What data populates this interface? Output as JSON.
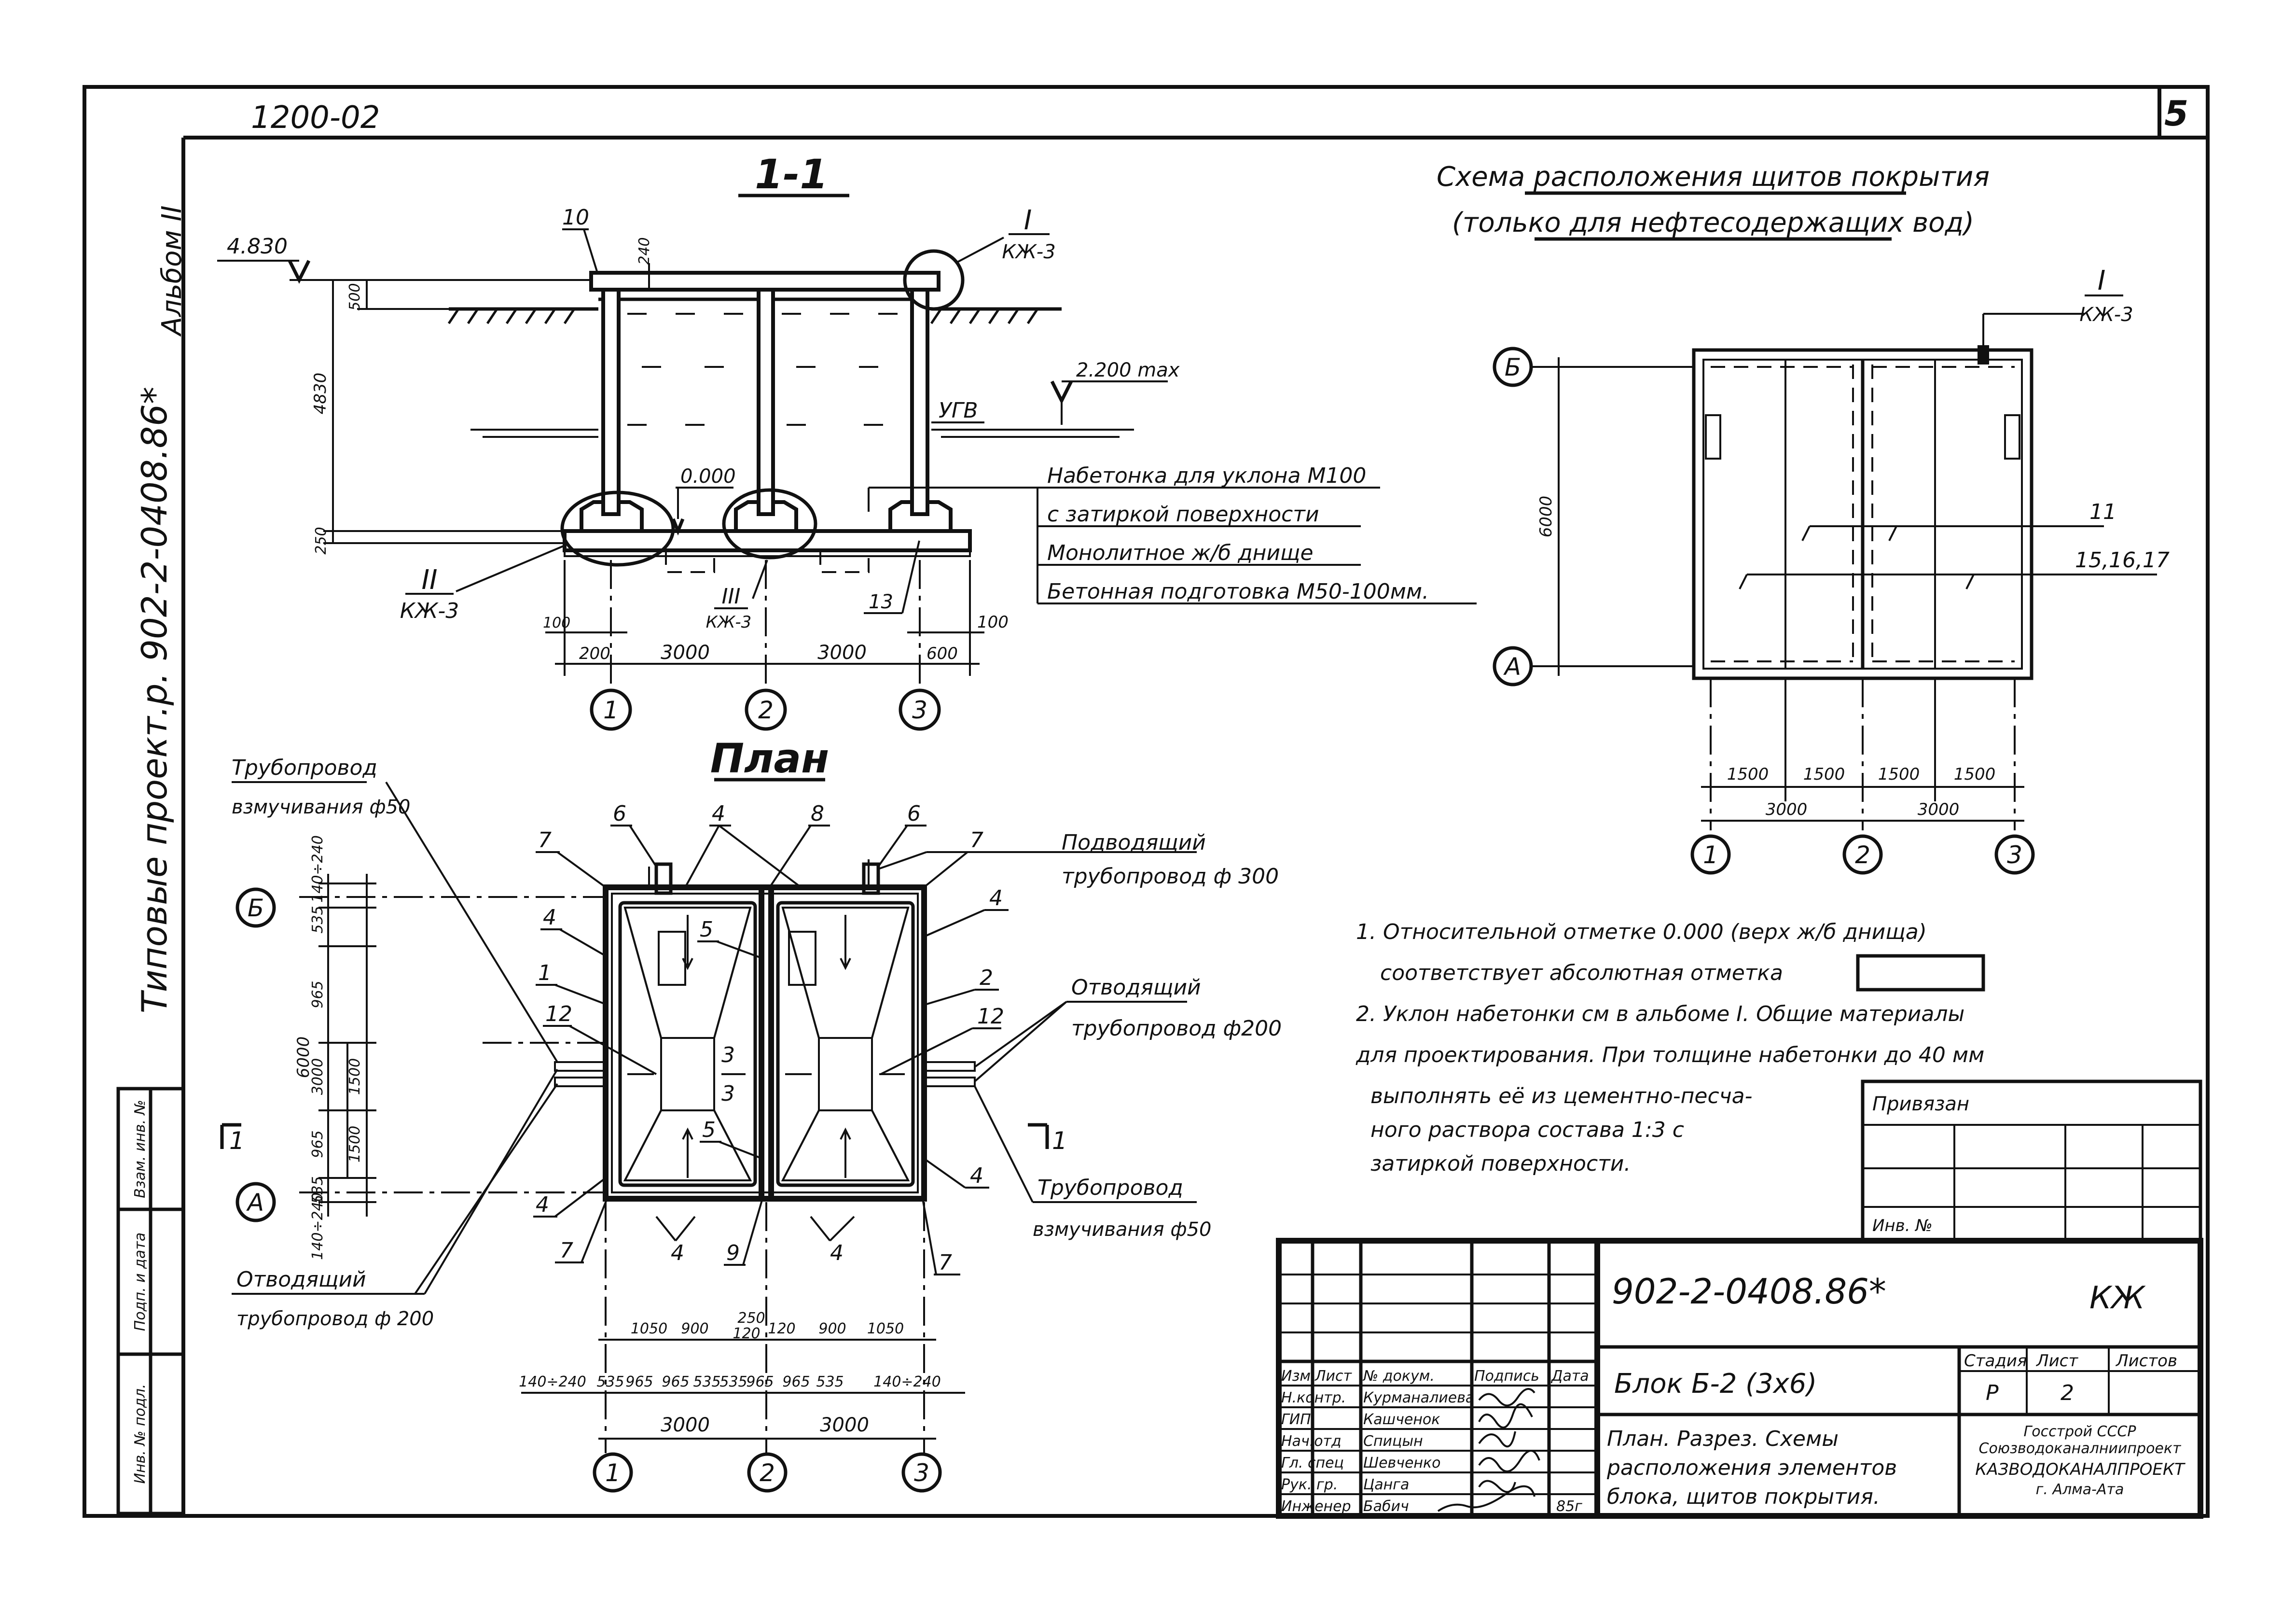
{
  "sheet": {
    "page_number": "5",
    "top_code": "1200-02",
    "album_label": "Альбом II",
    "series_label": "Типовые проект.р. 902-2-0408.86*"
  },
  "section": {
    "title": "1-1",
    "marker_1": "10",
    "elev_top": "4.830",
    "dim_240": "240",
    "dim_500": "500",
    "dim_4830": "4830",
    "dim_250": "250",
    "node_I": "I",
    "node_I_ref": "КЖ-3",
    "gw_level": "2.200 max",
    "ugv": "УГВ",
    "zero_level": "0.000",
    "node_II": "II",
    "node_II_ref": "КЖ-3",
    "node_III": "III",
    "node_III_ref": "КЖ-3",
    "marker_13": "13",
    "dim_100_left": "100",
    "dim_100_right": "100",
    "dim_200": "200",
    "dim_3000_a": "3000",
    "dim_3000_b": "3000",
    "dim_600": "600",
    "axis_1": "1",
    "axis_2": "2",
    "axis_3": "3",
    "layers": [
      "Набетонка для уклона М100",
      "с затиркой поверхности",
      "Монолитное ж/б днище",
      "Бетонная подготовка М50-100мм."
    ]
  },
  "cover_scheme": {
    "title_line1": "Схема расположения щитов покрытия",
    "title_line2": "(только для нефтесодержащих вод)",
    "node_I": "I",
    "node_I_ref": "КЖ-3",
    "axis_B": "Б",
    "axis_A": "А",
    "dim_6000": "6000",
    "marker_11": "11",
    "marker_15": "15,16,17",
    "dims_1500": [
      "1500",
      "1500",
      "1500",
      "1500"
    ],
    "dim_3000_a": "3000",
    "dim_3000_b": "3000",
    "axis_1": "1",
    "axis_2": "2",
    "axis_3": "3"
  },
  "plan": {
    "title": "План",
    "pipe_flush_top_1": "Трубопровод",
    "pipe_flush_top_2": "взмучивания ф50",
    "supply_1": "Подводящий",
    "supply_2": "трубопровод ф 300",
    "outlet_right_1": "Отводящий",
    "outlet_right_2": "трубопровод ф200",
    "pipe_flush_bottom_1": "Трубопровод",
    "pipe_flush_bottom_2": "взмучивания ф50",
    "outlet_left_1": "Отводящий",
    "outlet_left_2": "трубопровод ф 200",
    "axis_B": "Б",
    "axis_A": "А",
    "section_mark_1": "1",
    "section_mark_2": "1",
    "markers": {
      "m6a": "6",
      "m6b": "6",
      "m4a": "4",
      "m8": "8",
      "m7a": "7",
      "m7b": "7",
      "m4b": "4",
      "m4c": "4",
      "m5a": "5",
      "m2": "2",
      "m1": "1",
      "m12a": "12",
      "m12b": "12",
      "m3a": "3",
      "m3b": "3",
      "m5b": "5",
      "m4d": "4",
      "m4e": "4",
      "m7c": "7",
      "m7d": "7",
      "m4f": "4",
      "m9": "9",
      "m4g": "4"
    },
    "vdims": {
      "a": "140÷240",
      "b": "535",
      "c": "965",
      "d": "6000",
      "e": "3000",
      "f": "1500",
      "g": "965",
      "h": "1500",
      "i": "535",
      "j": "140÷240"
    },
    "hdims_top": [
      "1050",
      "900",
      "250",
      "120",
      "120",
      "900",
      "1050"
    ],
    "hdims_bottom": [
      "140÷240",
      "535",
      "965",
      "965",
      "535",
      "535",
      "965",
      "965",
      "535",
      "140÷240"
    ],
    "hdim_3000_a": "3000",
    "hdim_3000_b": "3000",
    "axis_1": "1",
    "axis_2": "2",
    "axis_3": "3"
  },
  "notes": {
    "n1_a": "1. Относительной отметке 0.000 (верх ж/б днища)",
    "n1_b": "соответствует абсолютная отметка",
    "n2_a": "2. Уклон набетонки см в альбоме I. Общие материалы",
    "n2_b": "для проектирования. При толщине набетонки до 40 мм",
    "n2_c": "выполнять её из цементно-песча-",
    "n2_d": "ного раствора состава 1:3 с",
    "n2_e": "затиркой поверхности."
  },
  "binding_box": {
    "label": "Привязан",
    "inv": "Инв. №"
  },
  "left_strip": {
    "c1": "Взам. инв. №",
    "c2": "Подп. и дата",
    "c3": "Инв. № подл."
  },
  "title_block": {
    "code": "902-2-0408.86*",
    "mark": "КЖ",
    "head": [
      "Изм",
      "Лист",
      "№ докум.",
      "Подпись",
      "Дата"
    ],
    "rows": [
      {
        "role": "Н.контр.",
        "name": "Курманалиева"
      },
      {
        "role": "ГИП",
        "name": "Кашченок"
      },
      {
        "role": "Нач.отд",
        "name": "Спицын"
      },
      {
        "role": "Гл. спец",
        "name": "Шевченко"
      },
      {
        "role": "Рук. гр.",
        "name": "Цанга"
      },
      {
        "role": "Инженер",
        "name": "Бабич"
      }
    ],
    "year": "85г",
    "block_name": "Блок Б-2 (3х6)",
    "desc_1": "План. Разрез. Схемы",
    "desc_2": "расположения элементов",
    "desc_3": "блока, щитов покрытия.",
    "stage_h": "Стадия",
    "sheet_h": "Лист",
    "sheets_h": "Листов",
    "stage": "Р",
    "sheet": "2",
    "org_1": "Госстрой СССР",
    "org_2": "Союзводоканалниипроект",
    "org_3": "КАЗВОДОКАНАЛПРОЕКТ",
    "org_4": "г. Алма-Ата"
  }
}
